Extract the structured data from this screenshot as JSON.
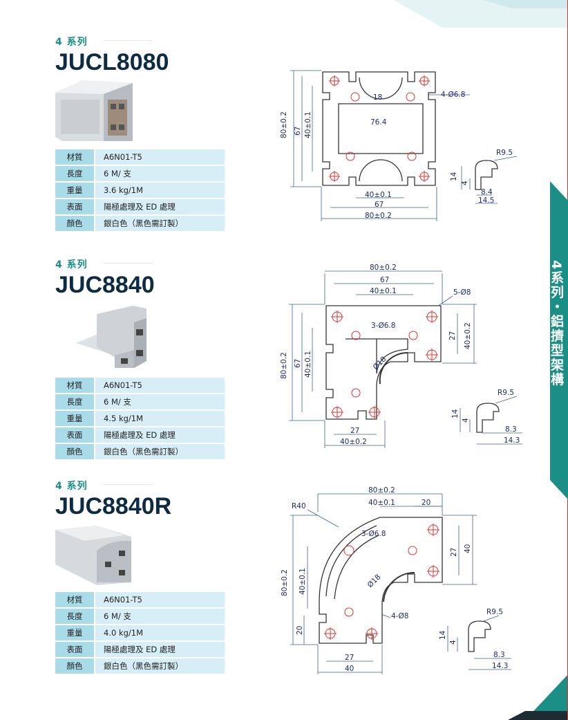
{
  "side_tab": {
    "text": "4系列・鋁擠型架構",
    "color": "#1b8f86"
  },
  "colors": {
    "accent": "#1b8f86",
    "title": "#0d2b43",
    "key_bg": "#a9dbe9",
    "val_bg": "#d7eef6",
    "dim_line": "#3b5fa8",
    "hole_red": "#e0322f"
  },
  "products": [
    {
      "series": "4 系列",
      "model": "JUCL8080",
      "specs": [
        {
          "key": "材質",
          "value": "A6N01-T5"
        },
        {
          "key": "長度",
          "value": "6 M/ 支"
        },
        {
          "key": "重量",
          "value": "3.6 kg/1M"
        },
        {
          "key": "表面",
          "value": "陽極處理及 ED 處理"
        },
        {
          "key": "顏色",
          "value": "銀白色（黑色需訂製）"
        }
      ],
      "dims": {
        "top_slot": "18",
        "holes": "4-Ø6.8",
        "inner": "76.4",
        "left_outer": "80±0.2",
        "left_mid": "67",
        "left_inner": "40±0.1",
        "bottom_inner": "40±0.1",
        "bottom_mid": "67",
        "bottom_outer": "80±0.2",
        "radius": "R9.5",
        "slot_h": "14",
        "slot_depth": "4",
        "slot_w1": "8.4",
        "slot_w2": "14.5"
      }
    },
    {
      "series": "4 系列",
      "model": "JUC8840",
      "specs": [
        {
          "key": "材質",
          "value": "A6N01-T5"
        },
        {
          "key": "長度",
          "value": "6 M/ 支"
        },
        {
          "key": "重量",
          "value": "4.5 kg/1M"
        },
        {
          "key": "表面",
          "value": "陽極處理及 ED 處理"
        },
        {
          "key": "顏色",
          "value": "銀白色（黑色需訂製）"
        }
      ],
      "dims": {
        "top_outer": "80±0.2",
        "top_mid": "67",
        "top_inner": "40±0.1",
        "holes5": "5-Ø8",
        "holes3": "3-Ø6.8",
        "bore": "Ø18",
        "right_27": "27",
        "right_40": "40±0.2",
        "left_outer": "80±0.2",
        "left_mid": "67",
        "left_inner": "40±0.1",
        "bottom_27": "27",
        "bottom_40": "40±0.2",
        "radius": "R9.5",
        "slot_h": "14",
        "slot_depth": "4",
        "slot_w1": "8.3",
        "slot_w2": "14.3"
      }
    },
    {
      "series": "4 系列",
      "model": "JUC8840R",
      "specs": [
        {
          "key": "材質",
          "value": "A6N01-T5"
        },
        {
          "key": "長度",
          "value": "6 M/ 支"
        },
        {
          "key": "重量",
          "value": "4.0 kg/1M"
        },
        {
          "key": "表面",
          "value": "陽極處理及 ED 處理"
        },
        {
          "key": "顏色",
          "value": "銀白色（黑色需訂製）"
        }
      ],
      "dims": {
        "top_outer": "80±0.2",
        "top_inner": "40±0.1",
        "top_20": "20",
        "arc_r": "R40",
        "holes3": "3-Ø6.8",
        "bore": "Ø18",
        "holes4": "4-Ø8",
        "right_27": "27",
        "right_40": "40",
        "left_outer": "80±0.2",
        "left_inner": "40±0.1",
        "left_20": "20",
        "bottom_27": "27",
        "bottom_40": "40",
        "radius": "R9.5",
        "slot_h": "14",
        "slot_depth": "4",
        "slot_w1": "8.3",
        "slot_w2": "14.3"
      }
    }
  ]
}
